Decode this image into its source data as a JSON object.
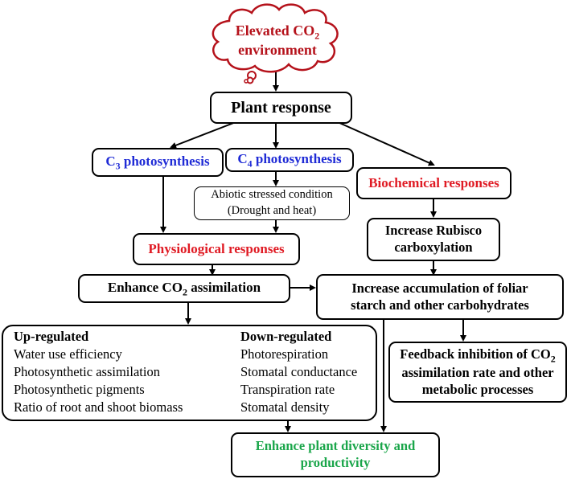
{
  "cloud": {
    "line1": "Elevated CO",
    "sub": "2",
    "line2": "environment"
  },
  "plant_response": "Plant response",
  "c3": {
    "prefix": "C",
    "sub": "3",
    "rest": " photosynthesis"
  },
  "c4": {
    "prefix": "C",
    "sub": "4",
    "rest": " photosynthesis"
  },
  "abiotic": {
    "line1": "Abiotic stressed condition",
    "line2": "(Drought and heat)"
  },
  "biochemical": "Biochemical responses",
  "rubisco": {
    "line1": "Increase Rubisco",
    "line2": "carboxylation"
  },
  "physiological": "Physiological responses",
  "enhance_co2": {
    "prefix": "Enhance CO",
    "sub": "2",
    "rest": " assimilation"
  },
  "starch": {
    "line1": "Increase accumulation of foliar",
    "line2": "starch and other carbohydrates"
  },
  "feedback": {
    "line1a": "Feedback inhibition of CO",
    "sub": "2",
    "line2": "assimilation rate and other",
    "line3": "metabolic processes"
  },
  "up_regulated": {
    "title": "Up-regulated",
    "items": [
      "Water use efficiency",
      "Photosynthetic assimilation",
      "Photosynthetic pigments",
      "Ratio of root and shoot biomass"
    ]
  },
  "down_regulated": {
    "title": "Down-regulated",
    "items": [
      "Photorespiration",
      "Stomatal conductance",
      "Transpiration rate",
      "Stomatal density"
    ]
  },
  "diversity": {
    "line1": "Enhance plant diversity and",
    "line2": "productivity"
  }
}
